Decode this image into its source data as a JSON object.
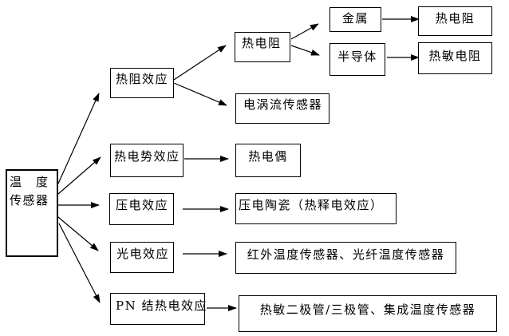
{
  "diagram": {
    "root": {
      "line1": "温　度",
      "line2": "传感器"
    },
    "nodes": {
      "thermal_resistance_effect": "热阻效应",
      "thermo_emf_effect": "热电势效应",
      "piezoelectric_effect": "压电效应",
      "photoelectric_effect": "光电效应",
      "pn_junction_thermo_effect": "PN 结热电效应",
      "thermal_resistor": "热电阻",
      "eddy_current_sensor": "电涡流传感器",
      "thermocouple": "热电偶",
      "piezo_ceramic": "压电陶瓷（热释电效应）",
      "ir_fiber_sensors": "红外温度传感器、光纤温度传感器",
      "thermal_diode_ic": "热敏二极管/三极管、集成温度传感器",
      "metal": "金属",
      "metal_rtd": "热电阻",
      "semiconductor": "半导体",
      "thermistor": "热敏电阻"
    },
    "edges": [
      {
        "from": "root",
        "to": "thermal_resistance_effect"
      },
      {
        "from": "root",
        "to": "thermo_emf_effect"
      },
      {
        "from": "root",
        "to": "piezoelectric_effect"
      },
      {
        "from": "root",
        "to": "photoelectric_effect"
      },
      {
        "from": "root",
        "to": "pn_junction_thermo_effect"
      },
      {
        "from": "thermal_resistance_effect",
        "to": "thermal_resistor"
      },
      {
        "from": "thermal_resistance_effect",
        "to": "eddy_current_sensor"
      },
      {
        "from": "thermo_emf_effect",
        "to": "thermocouple"
      },
      {
        "from": "piezoelectric_effect",
        "to": "piezo_ceramic"
      },
      {
        "from": "photoelectric_effect",
        "to": "ir_fiber_sensors"
      },
      {
        "from": "pn_junction_thermo_effect",
        "to": "thermal_diode_ic"
      },
      {
        "from": "thermal_resistor",
        "to": "metal"
      },
      {
        "from": "thermal_resistor",
        "to": "semiconductor"
      },
      {
        "from": "metal",
        "to": "metal_rtd"
      },
      {
        "from": "semiconductor",
        "to": "thermistor"
      }
    ],
    "colors": {
      "background": "#ffffff",
      "border": "#000000",
      "text": "#000000",
      "line": "#000000"
    }
  }
}
